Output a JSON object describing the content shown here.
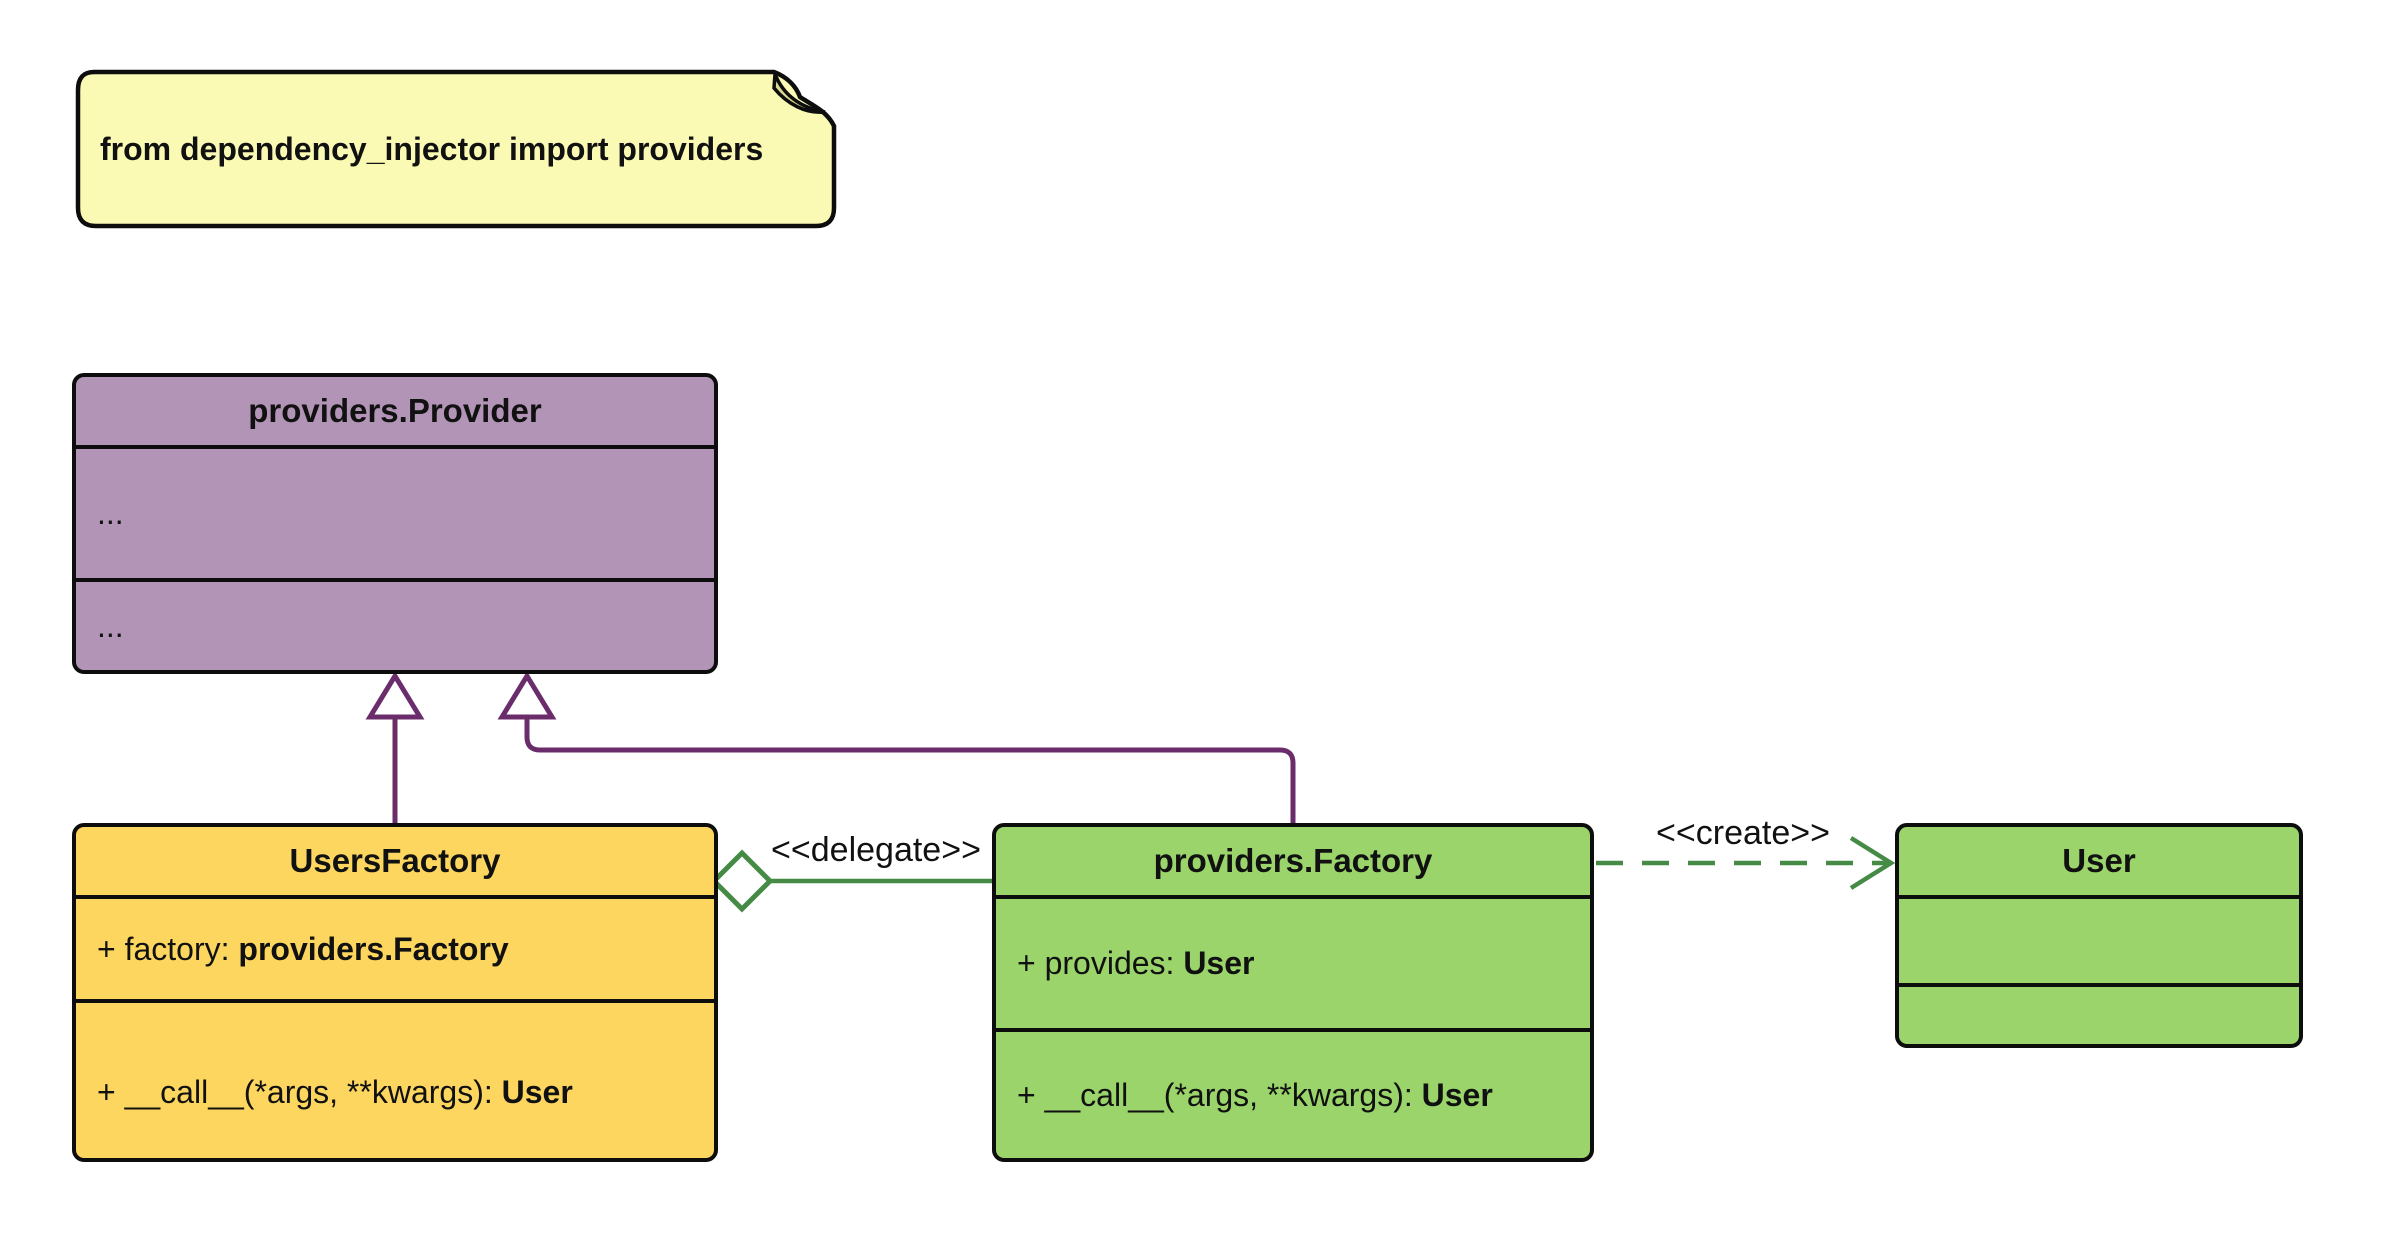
{
  "note": {
    "text": "from dependency_injector import providers"
  },
  "classes": {
    "provider": {
      "title": "providers.Provider",
      "attributes_text": "...",
      "methods_text": "..."
    },
    "users_factory": {
      "title": "UsersFactory",
      "attribute_label": "+ factory: ",
      "attribute_type": "providers.Factory",
      "method_label": "+ __call__(*args, **kwargs): ",
      "method_type": "User"
    },
    "factory": {
      "title": "providers.Factory",
      "attribute_label": "+ provides: ",
      "attribute_type": "User",
      "method_label": "+ __call__(*args, **kwargs): ",
      "method_type": "User"
    },
    "user": {
      "title": "User"
    }
  },
  "relationships": {
    "delegate_label": "<<delegate>>",
    "create_label": "<<create>>",
    "inheritance": [
      {
        "from": "UsersFactory",
        "to": "providers.Provider"
      },
      {
        "from": "providers.Factory",
        "to": "providers.Provider"
      }
    ],
    "aggregation": {
      "from": "UsersFactory",
      "to": "providers.Factory",
      "stereotype": "<<delegate>>"
    },
    "dependency": {
      "from": "providers.Factory",
      "to": "User",
      "stereotype": "<<create>>"
    }
  },
  "colors": {
    "note_fill": "#fafab4",
    "note_fold": "#d9db92",
    "provider_fill": "#b294b6",
    "users_factory_fill": "#fcd65f",
    "factory_fill": "#9ad46b",
    "user_fill": "#9ad46b",
    "inheritance_line": "#6b2c6b",
    "association_line": "#458a45",
    "box_border": "#0d0d0d",
    "background": "#ffffff"
  }
}
